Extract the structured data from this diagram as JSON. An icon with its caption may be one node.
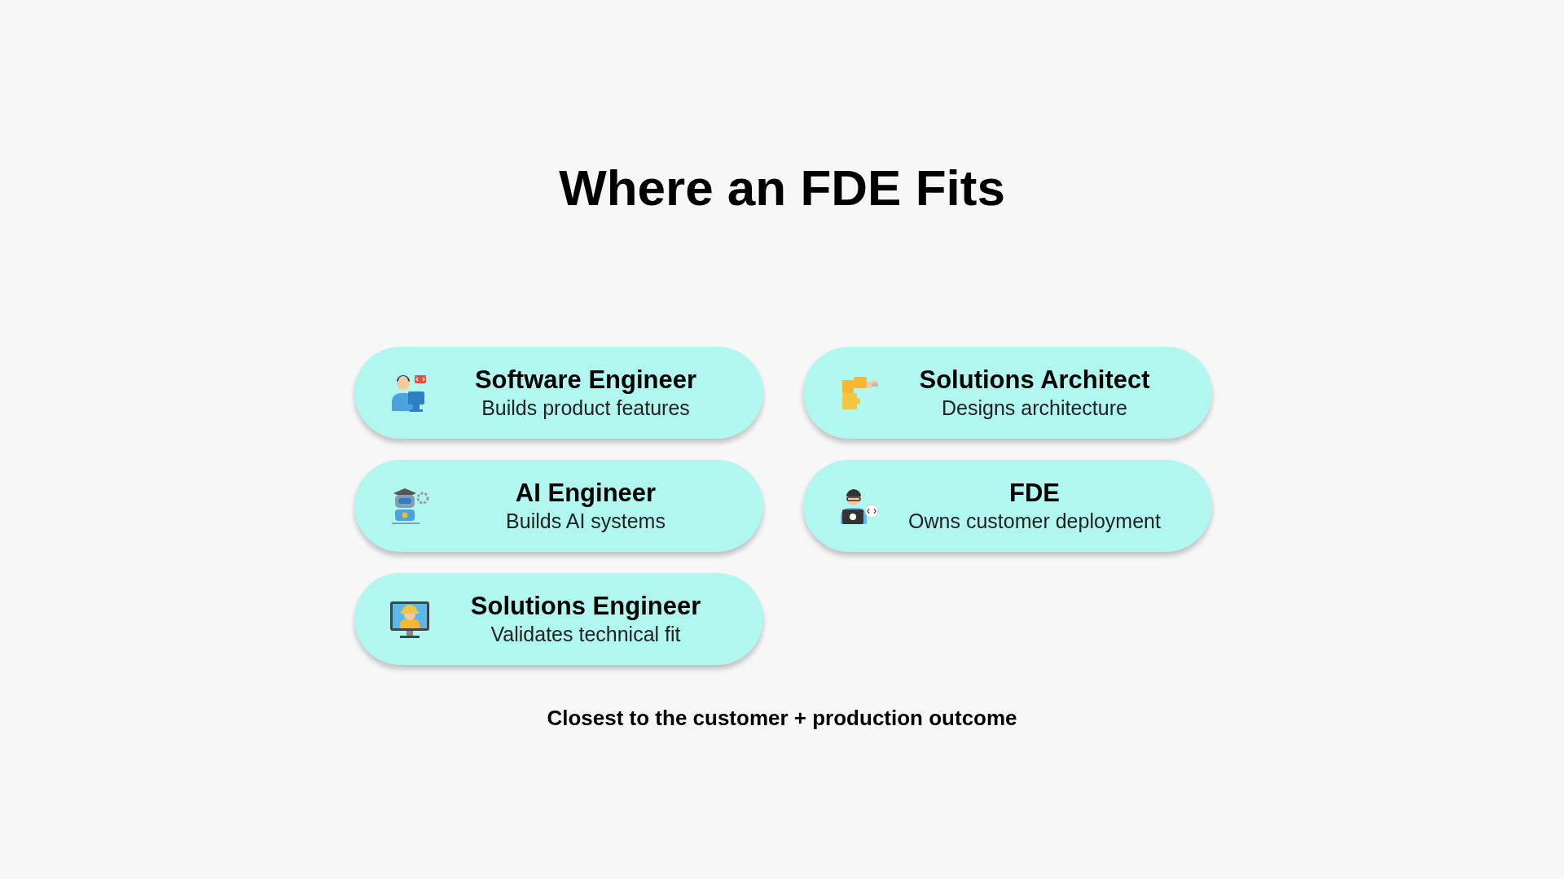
{
  "diagram": {
    "title": "Where an FDE Fits",
    "nodes": [
      {
        "text": [
          "Software Engineer",
          "Builds product features"
        ]
      },
      {
        "text": [
          "Solutions Architect",
          "Designs architecture"
        ]
      },
      {
        "text": [
          "AI Engineer",
          "Builds AI systems"
        ]
      },
      {
        "text": [
          "FDE",
          "Owns customer deployment"
        ]
      },
      {
        "text": [
          "Solutions Engineer",
          "Validates technical fit"
        ]
      }
    ],
    "labels": [
      "Closest to the customer + production outcome"
    ]
  }
}
